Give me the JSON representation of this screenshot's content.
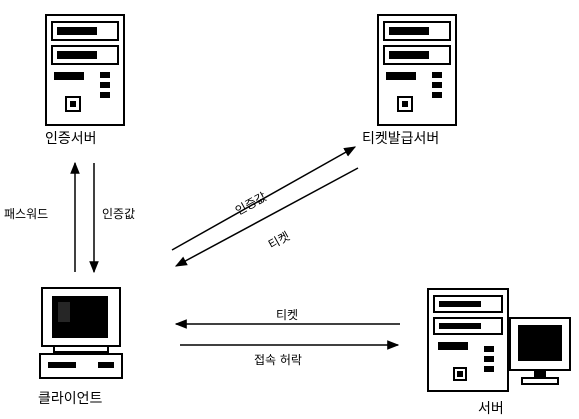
{
  "nodes": {
    "auth_server": "인증서버",
    "ticket_server": "티켓발급서버",
    "client": "클라이언트",
    "server": "서버"
  },
  "edges": {
    "password": "패스워드",
    "auth_value_down": "인증값",
    "auth_value_to_tgs": "인증값",
    "ticket_from_tgs": "티켓",
    "ticket_to_server": "티켓",
    "access_granted": "접속 허락"
  }
}
